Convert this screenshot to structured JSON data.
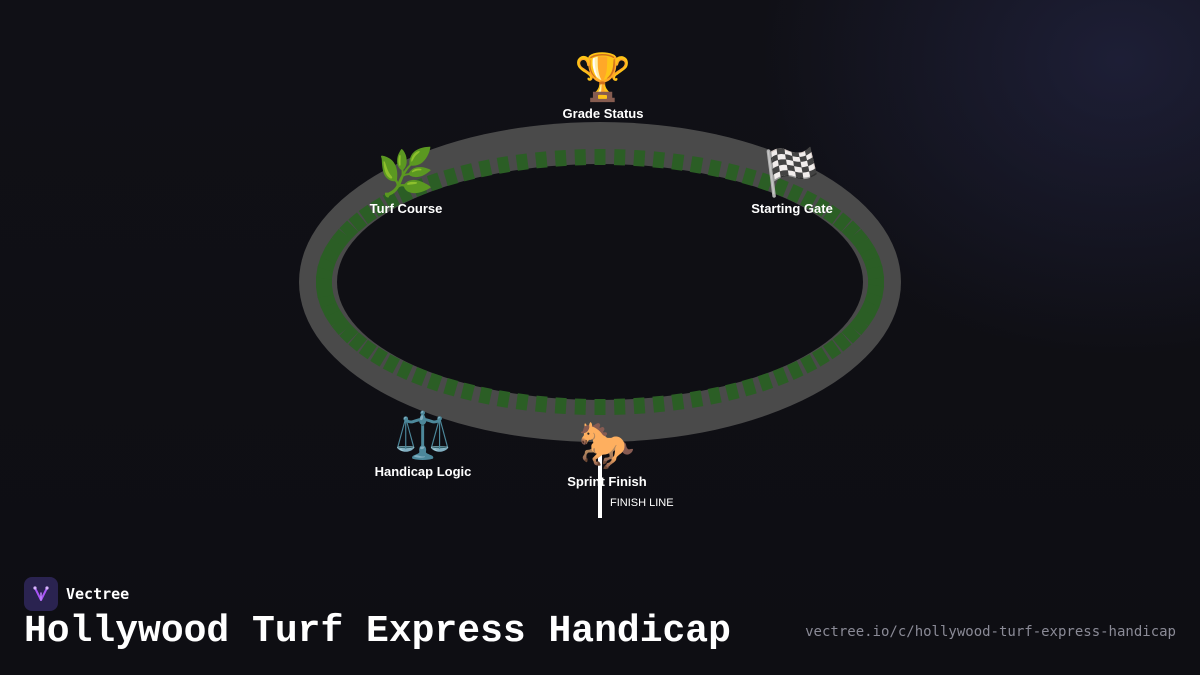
{
  "brand": {
    "name": "Vectree",
    "logo_icon": "vectree-logo-icon",
    "accent": "#a855f7"
  },
  "title": "Hollywood Turf Express Handicap",
  "url": "vectree.io/c/hollywood-turf-express-handicap",
  "track": {
    "surface_color": "#4a4a4a",
    "turf_color": "#2b5e25"
  },
  "nodes": [
    {
      "id": "grade",
      "label": "Grade Status",
      "emoji": "🏆",
      "icon": "trophy-icon"
    },
    {
      "id": "turf",
      "label": "Turf Course",
      "emoji": "🌿",
      "icon": "herb-icon"
    },
    {
      "id": "gate",
      "label": "Starting Gate",
      "emoji": "🏁",
      "icon": "checkered-flag-icon"
    },
    {
      "id": "handicap",
      "label": "Handicap Logic",
      "emoji": "⚖️",
      "icon": "balance-scale-icon"
    },
    {
      "id": "sprint",
      "label": "Sprint Finish",
      "emoji": "🐎",
      "icon": "racehorse-icon"
    }
  ],
  "finish_line": {
    "label": "FINISH LINE"
  }
}
